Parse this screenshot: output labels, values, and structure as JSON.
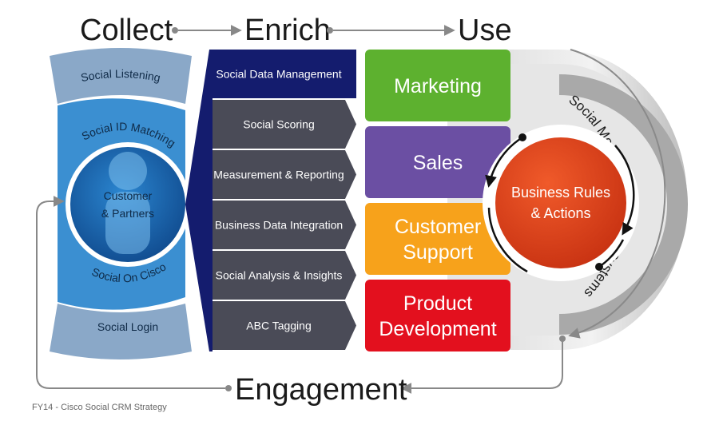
{
  "stages": {
    "collect": "Collect",
    "enrich": "Enrich",
    "use": "Use",
    "engagement": "Engagement"
  },
  "collect": {
    "outer_top": "Social Listening",
    "inner_top": "Social ID Matching",
    "center_line1": "Customer",
    "center_line2": "& Partners",
    "inner_bottom": "Social On Cisco",
    "outer_bottom": "Social Login"
  },
  "enrich_items": [
    "Social Data Management",
    "Social Scoring",
    "Measurement & Reporting",
    "Business Data Integration",
    "Social Analysis & Insights",
    "ABC Tagging"
  ],
  "use_items": [
    {
      "lines": [
        "Marketing"
      ],
      "color": "#5db12f"
    },
    {
      "lines": [
        "Sales"
      ],
      "color": "#6b4fa3"
    },
    {
      "lines": [
        "Customer",
        "Support"
      ],
      "color": "#f7a21b"
    },
    {
      "lines": [
        "Product",
        "Development"
      ],
      "color": "#e3101e"
    }
  ],
  "systems": {
    "ring_label": "Social Media Management Systems",
    "core_line1": "Business Rules",
    "core_line2": "& Actions"
  },
  "colors": {
    "navy": "#141c6e",
    "enrich_gray": "#4a4b57",
    "light_blue": "#8aa8c8",
    "mid_blue": "#3b8fd1",
    "center_blue": "#1b6fb8",
    "core_red": "#e2431a",
    "ring_gray": "#9a9a9a"
  },
  "footer": "FY14 - Cisco Social CRM Strategy"
}
